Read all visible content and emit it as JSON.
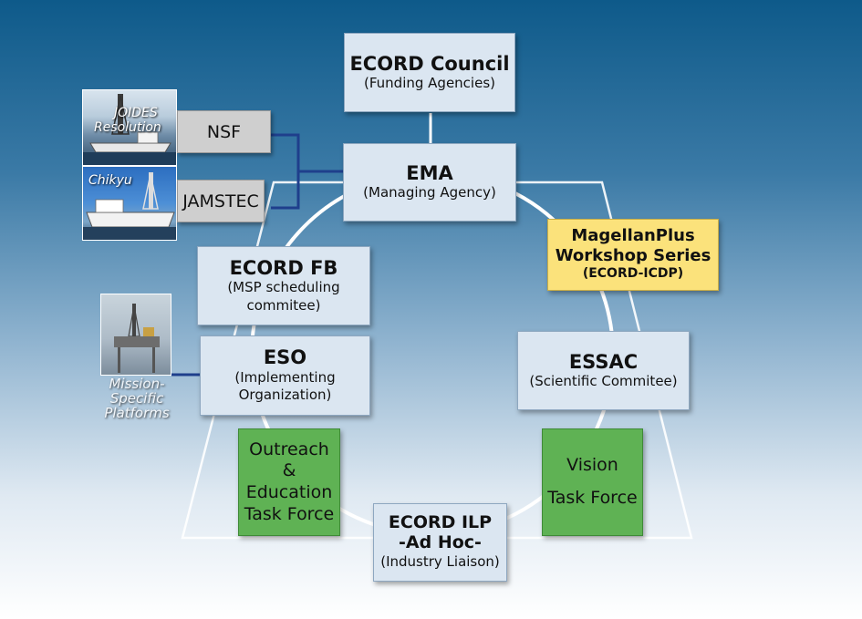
{
  "council": {
    "title": "ECORD Council",
    "sub": "(Funding Agencies)"
  },
  "ema": {
    "title": "EMA",
    "sub": "(Managing Agency)"
  },
  "fb": {
    "title": "ECORD FB",
    "sub1": "(MSP scheduling",
    "sub2": "commitee)"
  },
  "eso": {
    "title": "ESO",
    "sub1": "(Implementing",
    "sub2": "Organization)"
  },
  "magellan": {
    "line1": "MagellanPlus",
    "line2": "Workshop Series",
    "line3": "(ECORD-ICDP)"
  },
  "essac": {
    "title": "ESSAC",
    "sub": "(Scientific Commitee)"
  },
  "outreach": {
    "line1": "Outreach",
    "line2": "&",
    "line3": "Education",
    "line4": "Task Force"
  },
  "vision": {
    "line1": "Vision",
    "line2": "Task Force"
  },
  "ilp": {
    "line1": "ECORD ILP",
    "line2": "-Ad Hoc-",
    "line3": "(Industry Liaison)"
  },
  "nsf": {
    "label": "NSF"
  },
  "jamstec": {
    "label": "JAMSTEC"
  },
  "photos": {
    "joides_line1": "JOIDES",
    "joides_line2": "Resolution",
    "chikyu": "Chikyu",
    "msp_line1": "Mission-",
    "msp_line2": "Specific",
    "msp_line3": "Platforms"
  },
  "colors": {
    "box_fill": "#dbe6f1",
    "green_fill": "#5fb254",
    "yellow_fill": "#fbe27b",
    "gray_fill": "#cfcfcf",
    "connector_navy": "#1f3f8c",
    "circle_white": "#ffffff"
  }
}
